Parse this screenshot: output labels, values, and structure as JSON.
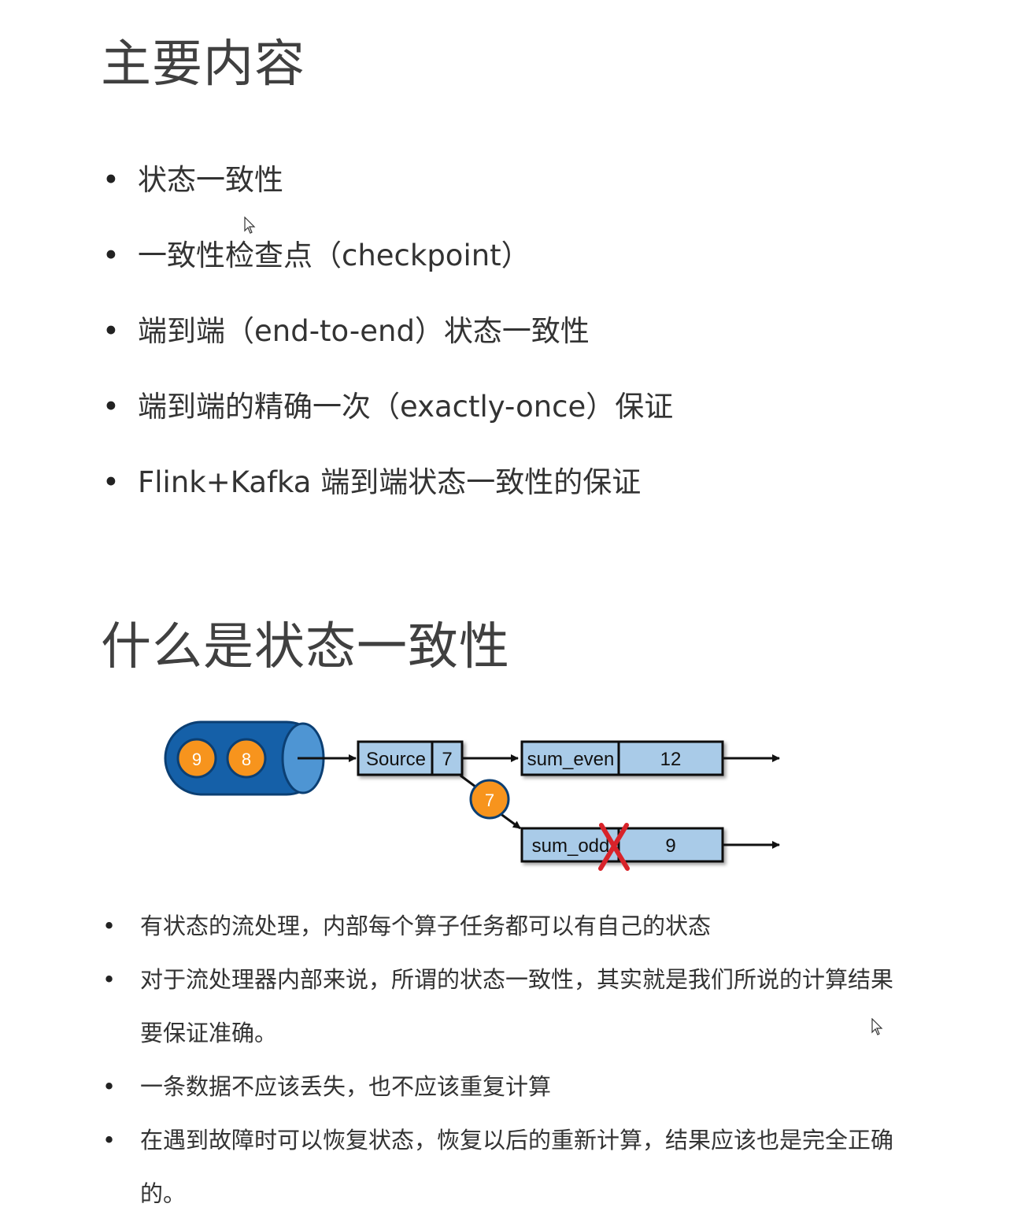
{
  "section1": {
    "title": "主要内容",
    "bullets": [
      "状态一致性",
      "一致性检查点（checkpoint）",
      "端到端（end-to-end）状态一致性",
      "端到端的精确一次（exactly-once）保证",
      "Flink+Kafka 端到端状态一致性的保证"
    ]
  },
  "section2": {
    "title": "什么是状态一致性",
    "bullets": [
      "有状态的流处理，内部每个算子任务都可以有自己的状态",
      "对于流处理器内部来说，所谓的状态一致性，其实就是我们所说的计算结果要保证准确。",
      "一条数据不应该丢失，也不应该重复计算",
      "在遇到故障时可以恢复状态，恢复以后的重新计算，结果应该也是完全正确的。"
    ]
  },
  "diagram": {
    "queue_items": [
      "9",
      "8"
    ],
    "source": {
      "label": "Source",
      "value": "7"
    },
    "in_flight": "7",
    "sum_even": {
      "label": "sum_even",
      "value": "12"
    },
    "sum_odd": {
      "label": "sum_odd",
      "value": "9"
    },
    "colors": {
      "queue": "#1560a8",
      "queue_end": "#4e95d3",
      "box_fill": "#a9cbe8",
      "record": "#f7941d",
      "cross": "#d8232a"
    },
    "icons": [
      "cursor-icon",
      "cross-icon"
    ]
  }
}
